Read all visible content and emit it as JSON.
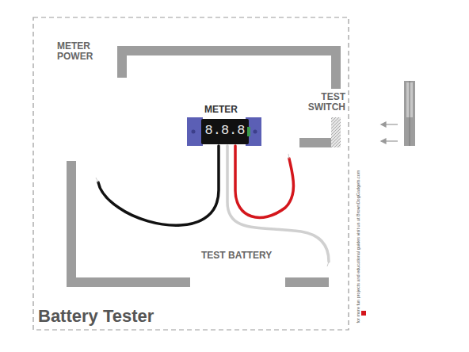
{
  "diagram": {
    "title": "Battery Tester",
    "labels": [
      "METER POWER",
      "METER",
      "TEST SWITCH",
      "8.8.8",
      "TEST BATTERY",
      "for more fun projects and educational guides visit us at BrownDogGadgets.com"
    ]
  }
}
